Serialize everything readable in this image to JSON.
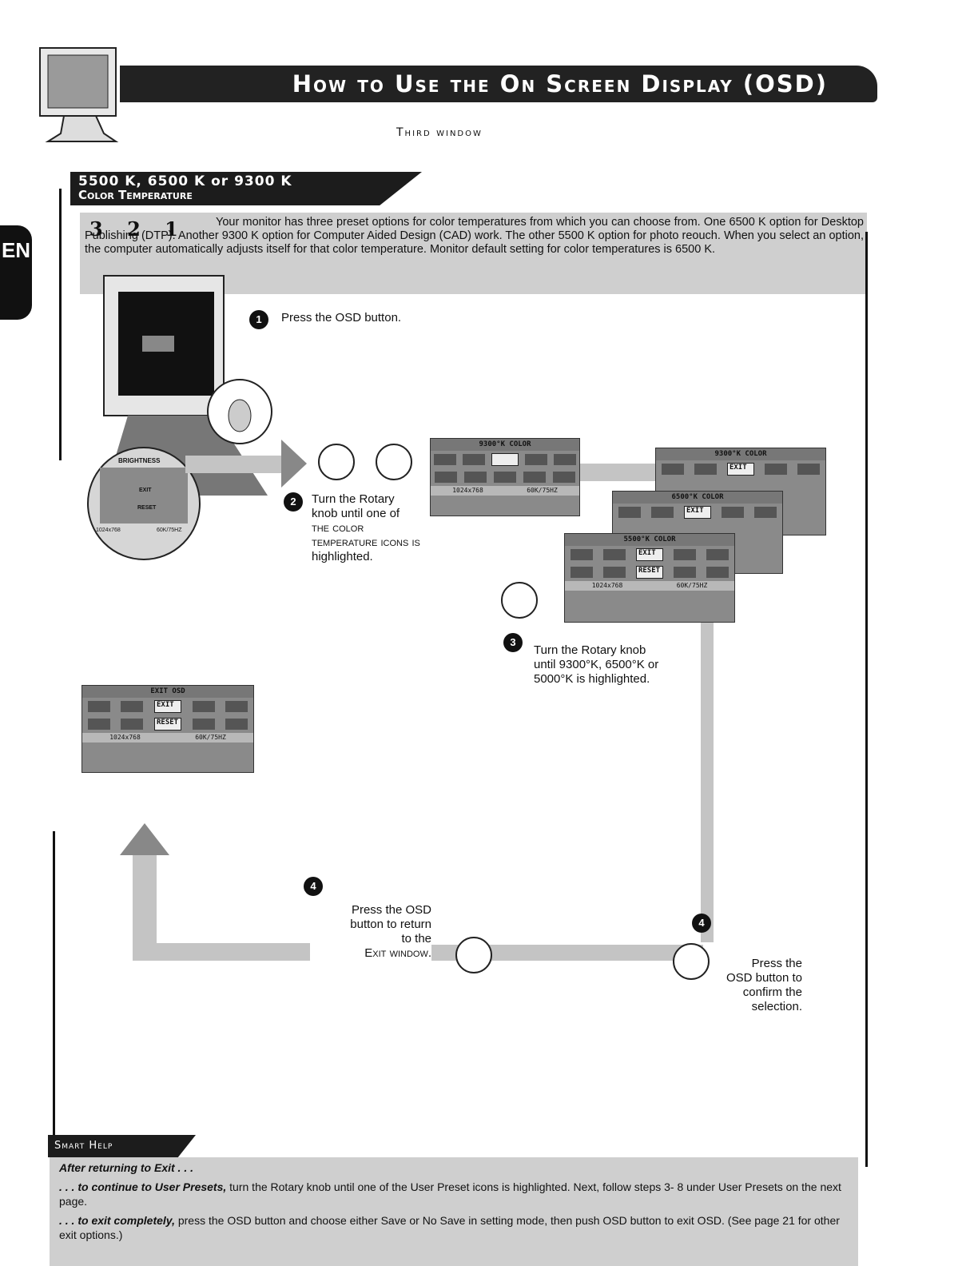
{
  "header": {
    "title": "How to Use the On Screen Display (OSD)",
    "subtitle": "Third window"
  },
  "language_tab": "EN",
  "section": {
    "title_line1": "5500 K, 6500 K or 9300 K",
    "title_line2": "Color Temperature",
    "preset_icons": [
      "3",
      "2",
      "1"
    ],
    "intro": "Your monitor has three preset options for color temperatures from which you can choose from. One 6500 K option for Desktop Publishing (DTP). Another 9300 K option for Computer Aided Design (CAD) work. The other 5500 K option for photo reouch. When you select an option, the computer automatically adjusts itself for that color temperature. Monitor default setting for color temperatures is 6500 K."
  },
  "steps": {
    "s1": {
      "num": "1",
      "text": "Press the OSD button."
    },
    "s2": {
      "num": "2",
      "line1": "Turn the Rotary",
      "line2": "knob until one of",
      "line3": "the color",
      "line4": "temperature icons is",
      "line5": "highlighted."
    },
    "s3": {
      "num": "3",
      "line1": "Turn the Rotary knob",
      "line2": "until 9300°K, 6500°K or",
      "line3": "5000°K is highlighted."
    },
    "s4a": {
      "num": "4",
      "line1": "Press the OSD",
      "line2": "button to return",
      "line3": "to the",
      "line4": "Exit window."
    },
    "s4b": {
      "num": "4",
      "line1": "Press the",
      "line2": "OSD button to",
      "line3": "confirm the",
      "line4": "selection."
    }
  },
  "osd_panels": {
    "brightness": {
      "title": "BRIGHTNESS",
      "exit": "EXIT",
      "reset": "RESET",
      "res": "1024x768",
      "freq": "60K/75HZ"
    },
    "p9300": {
      "title": "9300°K COLOR",
      "res": "1024x768",
      "freq": "60K/75HZ"
    },
    "p9300b": {
      "title": "9300°K COLOR",
      "exit": "EXIT"
    },
    "p6500": {
      "title": "6500°K COLOR",
      "exit": "EXIT"
    },
    "p5500": {
      "title": "5500°K COLOR",
      "exit": "EXIT",
      "reset": "RESET",
      "res": "1024x768",
      "freq": "60K/75HZ"
    },
    "exit": {
      "title": "EXIT OSD",
      "exit": "EXIT",
      "reset": "RESET",
      "res": "1024x768",
      "freq": "60K/75HZ"
    }
  },
  "smart_help": {
    "title": "Smart Help",
    "lead": "After returning to Exit . . .",
    "item1_em": ". . . to continue to User Presets,",
    "item1": "turn the Rotary knob until one of the User Preset icons is highlighted. Next, follow steps 3- 8 under User Presets on the next page.",
    "item2_em": ". . . to exit completely,",
    "item2": "press the OSD button and choose either Save or No Save in setting mode, then push OSD button to exit OSD. (See page 21 for other exit options.)"
  }
}
